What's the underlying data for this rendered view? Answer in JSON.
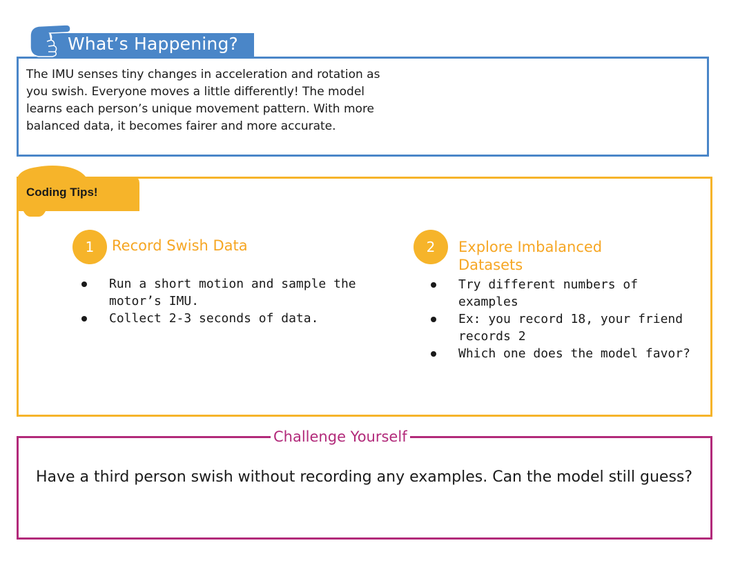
{
  "whats_happening": {
    "title": "What’s Happening?",
    "icon": "pointing-hand-icon",
    "color": "#4a86c8",
    "body": "The IMU senses tiny changes in acceleration and rotation as you swish. Everyone moves a little differently! The model learns each person’s unique movement pattern. With more balanced data, it becomes fairer and more accurate."
  },
  "coding_tips": {
    "label": "Coding Tips!",
    "color": "#f6b42a",
    "steps": [
      {
        "number": "1",
        "title": "Record Swish Data",
        "bullets": [
          "Run a short motion and sample the motor’s IMU.",
          "Collect 2-3 seconds of data."
        ]
      },
      {
        "number": "2",
        "title": "Explore Imbalanced Datasets",
        "bullets": [
          "Try different numbers of examples",
          "Ex: you record 18, your friend records 2",
          "Which one does the model favor?"
        ]
      }
    ]
  },
  "challenge": {
    "title": "Challenge Yourself",
    "color": "#b22a7a",
    "body": "Have a third person swish without recording any examples. Can the model still guess?"
  }
}
